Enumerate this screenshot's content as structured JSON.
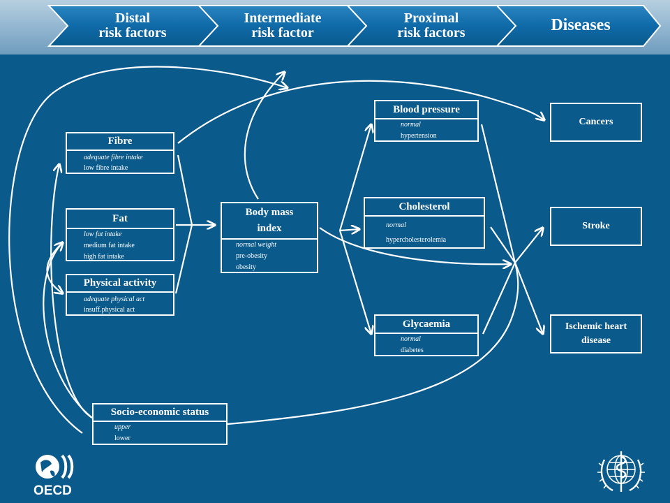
{
  "stages": [
    {
      "line1": "Distal",
      "line2": "risk factors"
    },
    {
      "line1": "Intermediate",
      "line2": "risk factor"
    },
    {
      "line1": "Proximal",
      "line2": "risk factors"
    },
    {
      "line1": "Diseases",
      "line2": ""
    }
  ],
  "distal": {
    "fibre": {
      "title": "Fibre",
      "items": [
        "adequate fibre intake",
        "low fibre intake"
      ]
    },
    "fat": {
      "title": "Fat",
      "items": [
        "low fat intake",
        "medium fat intake",
        "high fat intake"
      ]
    },
    "physical": {
      "title": "Physical activity",
      "items": [
        "adequate physical act",
        "insuff.physical act"
      ]
    },
    "ses": {
      "title": "Socio-economic status",
      "items": [
        "upper",
        "lower"
      ]
    }
  },
  "intermediate": {
    "bmi": {
      "title1": "Body mass",
      "title2": "index",
      "items": [
        "normal weight",
        "pre-obesity",
        "obesity"
      ]
    }
  },
  "proximal": {
    "bp": {
      "title": "Blood pressure",
      "items": [
        "normal",
        "hypertension"
      ]
    },
    "chol": {
      "title": "Cholesterol",
      "items": [
        "normal",
        "hypercholesterolemia"
      ]
    },
    "gly": {
      "title": "Glycaemia",
      "items": [
        "normal",
        "diabetes"
      ]
    }
  },
  "diseases": {
    "cancers": "Cancers",
    "stroke": "Stroke",
    "ihd1": "Ischemic heart",
    "ihd2": "disease"
  },
  "logos": {
    "oecd": "OECD"
  },
  "colors": {
    "background": "#0a5a8c",
    "foreground": "#ffffff"
  }
}
